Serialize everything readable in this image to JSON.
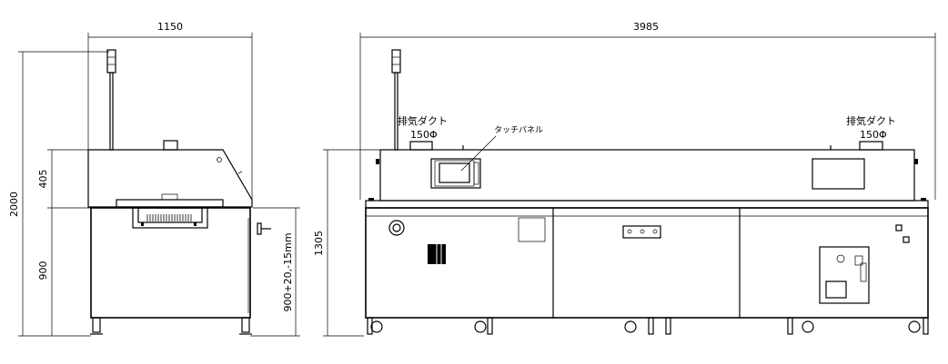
{
  "dimensions": {
    "side_width": "1150",
    "front_length": "3985",
    "total_height": "2000",
    "hood_height": "405",
    "conveyor_height": "900",
    "conveyor_height_tolerance": "900+20,-15mm",
    "front_height": "1305"
  },
  "labels": {
    "exhaust_duct_left": "排気ダクト",
    "exhaust_size_left": "150Φ",
    "exhaust_duct_right": "排気ダクト",
    "exhaust_size_right": "150Φ",
    "touch_panel": "タッチパネル"
  }
}
